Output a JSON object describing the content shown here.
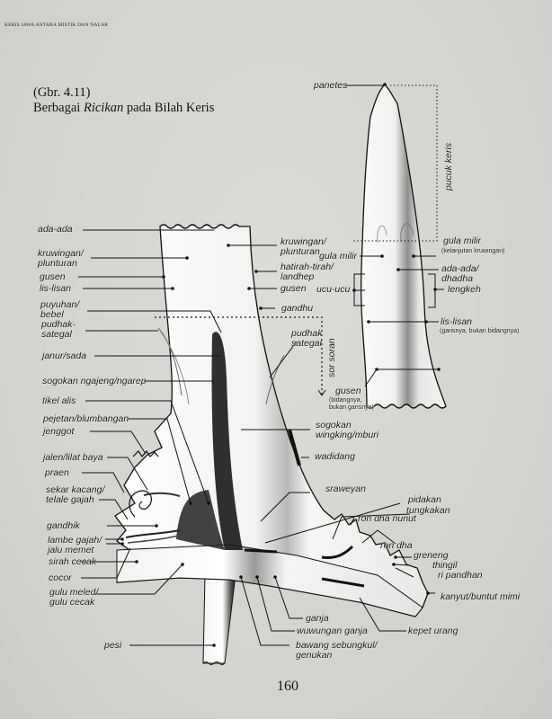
{
  "running_head": "KERIS JAWA ANTARA MISTIK DAN NALAR",
  "figure": {
    "number": "(Gbr. 4.11)",
    "title_prefix": "Berbagai ",
    "title_italic": "Ricikan",
    "title_suffix": " pada Bilah Keris"
  },
  "page_number": "160",
  "labels_left": {
    "ada_ada": "ada-ada",
    "kruwingan_1": "kruwingan/",
    "kruwingan_2": "plunturan",
    "gusen": "gusen",
    "lis_lisan": "lis-lisan",
    "puyuhan_1": "puyuhan/",
    "puyuhan_2": "bebel",
    "pudhak_1": "pudhak-",
    "pudhak_2": "sategal",
    "janur": "janur/sada",
    "sogokan_ngajeng": "sogokan ngajeng/ngarep",
    "tikel_alis": "tikel alis",
    "pejetan": "pejetan/blumbangan",
    "jenggot": "jenggot",
    "jalen": "jalen/lilat baya",
    "praen": "praen",
    "sekar_kacang_1": "sekar kacang/",
    "sekar_kacang_2": "telale gajah",
    "gandhik": "gandhik",
    "lambe_gajah_1": "lambe gajah/",
    "lambe_gajah_2": "jalu memet",
    "sirah_cecak": "sirah cecak",
    "cocor": "cocor",
    "gulu_meled_1": "gulu meled/",
    "gulu_meled_2": "gulu cecak",
    "pesi": "pesi"
  },
  "labels_middle": {
    "kruwingan_1": "kruwingan/",
    "kruwingan_2": "plunturan",
    "hatirah_1": "hatirah-tirah/",
    "hatirah_2": "landhep",
    "gusen": "gusen",
    "gandhu": "gandhu",
    "pudhak_1": "pudhak",
    "pudhak_2": "sategal",
    "sor_soran": "sor soran",
    "sogokan_wingking_1": "sogokan",
    "sogokan_wingking_2": "wingking/mburi",
    "wadidang": "wadidang",
    "sraweyan": "sraweyan",
    "pidakan": "pidakan",
    "tungkakan": "tungkakan",
    "ron_dha_nunut": "ron dha nunut",
    "ron_dha": "ron dha",
    "greneng": "greneng",
    "thingil": "thingil",
    "ri_pandhan": "ri pandhan",
    "kanyut": "kanyut/buntut mimi",
    "kepet_urang": "kepet urang",
    "ganja": "ganja",
    "wuwungan_ganja": "wuwungan ganja",
    "bawang_1": "bawang sebungkul/",
    "bawang_2": "genukan"
  },
  "labels_tip": {
    "panetes": "panetes",
    "pucuk_keris": "pucuk keris",
    "gula_milir_left": "gula milir",
    "gula_milir_right": "gula milir",
    "gula_milir_note": "(kelanjutan kruwingan)",
    "ucu_ucu": "ucu-ucu",
    "ada_ada_1": "ada-ada/",
    "ada_ada_2": "dhadha",
    "lengkeh": "lengkeh",
    "lis_lisan": "lis-lisan",
    "lis_lisan_note": "(garisnya, bukan bidangnya)",
    "gusen": "gusen",
    "gusen_note_1": "(bidangnya,",
    "gusen_note_2": "bukan garisnya)"
  },
  "colors": {
    "background": "#d6d6d1",
    "blade": "#f4f4f2",
    "ink": "#111111"
  }
}
